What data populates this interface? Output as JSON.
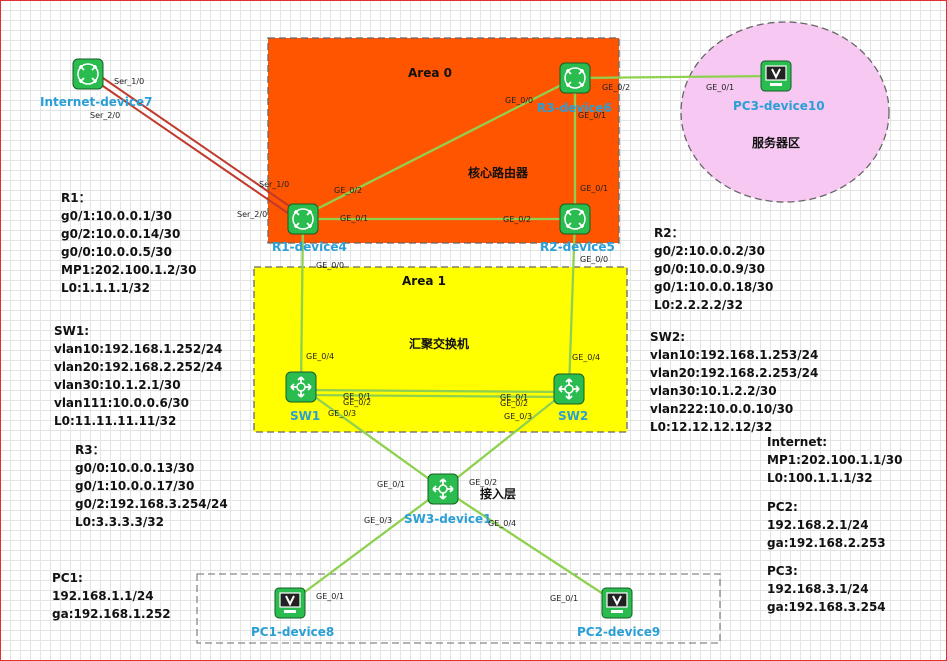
{
  "areas": {
    "area0": "Area 0",
    "area1": "Area 1"
  },
  "zones": {
    "core": "核心路由器",
    "aggregation": "汇聚交换机",
    "access": "接入层",
    "server": "服务器区"
  },
  "devices": {
    "internet": "Internet-device7",
    "r1": "R1-device4",
    "r2": "R2-device5",
    "r3": "R3-device6",
    "pc3": "PC3-device10",
    "sw1": "SW1",
    "sw2": "SW2",
    "sw3": "SW3-device1",
    "pc1": "PC1-device8",
    "pc2": "PC2-device9"
  },
  "ports": {
    "inet_ser10": "Ser_1/0",
    "inet_ser20": "Ser_2/0",
    "r1_ser10": "Ser_1/0",
    "r1_ser20": "Ser_2/0",
    "r1_ge02": "GE_0/2",
    "r1_ge01": "GE_0/1",
    "r1_ge00": "GE_0/0",
    "r3_ge00": "GE_0/0",
    "r3_ge01": "GE_0/1",
    "r3_ge02": "GE_0/2",
    "pc3_ge01": "GE_0/1",
    "r2_ge01": "GE_0/1",
    "r2_ge02": "GE_0/2",
    "r2_ge00": "GE_0/0",
    "sw1_ge04": "GE_0/4",
    "sw1_ge01": "GE_0/1",
    "sw1_ge02": "GE_0/2",
    "sw1_ge03": "GE_0/3",
    "sw2_ge04": "GE_0/4",
    "sw2_ge01": "GE_0/1",
    "sw2_ge02": "GE_0/2",
    "sw2_ge03": "GE_0/3",
    "sw3_ge01": "GE_0/1",
    "sw3_ge02": "GE_0/2",
    "sw3_ge03": "GE_0/3",
    "sw3_ge04": "GE_0/4",
    "pc1_ge01": "GE_0/1",
    "pc2_ge01": "GE_0/1"
  },
  "info": {
    "r1": [
      "R1：",
      "g0/1:10.0.0.1/30",
      "g0/2:10.0.0.14/30",
      "g0/0:10.0.0.5/30",
      "MP1:202.100.1.2/30",
      "L0:1.1.1.1/32"
    ],
    "r2": [
      "R2：",
      "g0/2:10.0.0.2/30",
      "g0/0:10.0.0.9/30",
      "g0/1:10.0.0.18/30",
      "L0:2.2.2.2/32"
    ],
    "sw1": [
      "SW1:",
      "vlan10:192.168.1.252/24",
      "vlan20:192.168.2.252/24",
      "vlan30:10.1.2.1/30",
      "vlan111:10.0.0.6/30",
      "L0:11.11.11.11/32"
    ],
    "sw2": [
      "SW2:",
      "vlan10:192.168.1.253/24",
      "vlan20:192.168.2.253/24",
      "vlan30:10.1.2.2/30",
      "vlan222:10.0.0.10/30",
      "L0:12.12.12.12/32"
    ],
    "r3": [
      "R3：",
      "g0/0:10.0.0.13/30",
      "g0/1:10.0.0.17/30",
      "g0/2:192.168.3.254/24",
      "L0:3.3.3.3/32"
    ],
    "internet": [
      "Internet:",
      "MP1:202.100.1.1/30",
      "L0:100.1.1.1/32"
    ],
    "pc2": [
      "PC2:",
      "192.168.2.1/24",
      "ga:192.168.2.253"
    ],
    "pc3": [
      "PC3:",
      "192.168.3.1/24",
      "ga:192.168.3.254"
    ],
    "pc1": [
      "PC1:",
      "192.168.1.1/24",
      "ga:192.168.1.252"
    ]
  },
  "colors": {
    "area0_fill": "#ff5500",
    "area1_fill": "#ffff00",
    "server_zone_fill": "#f7c8f2",
    "link_ethernet": "#8fd14f",
    "link_serial": "#c0392b",
    "device_label": "#2a9fd6",
    "device_icon": "#2bbc4f"
  },
  "icons": {
    "router": "router-icon",
    "switch": "switch-icon",
    "pc": "monitor-icon"
  }
}
